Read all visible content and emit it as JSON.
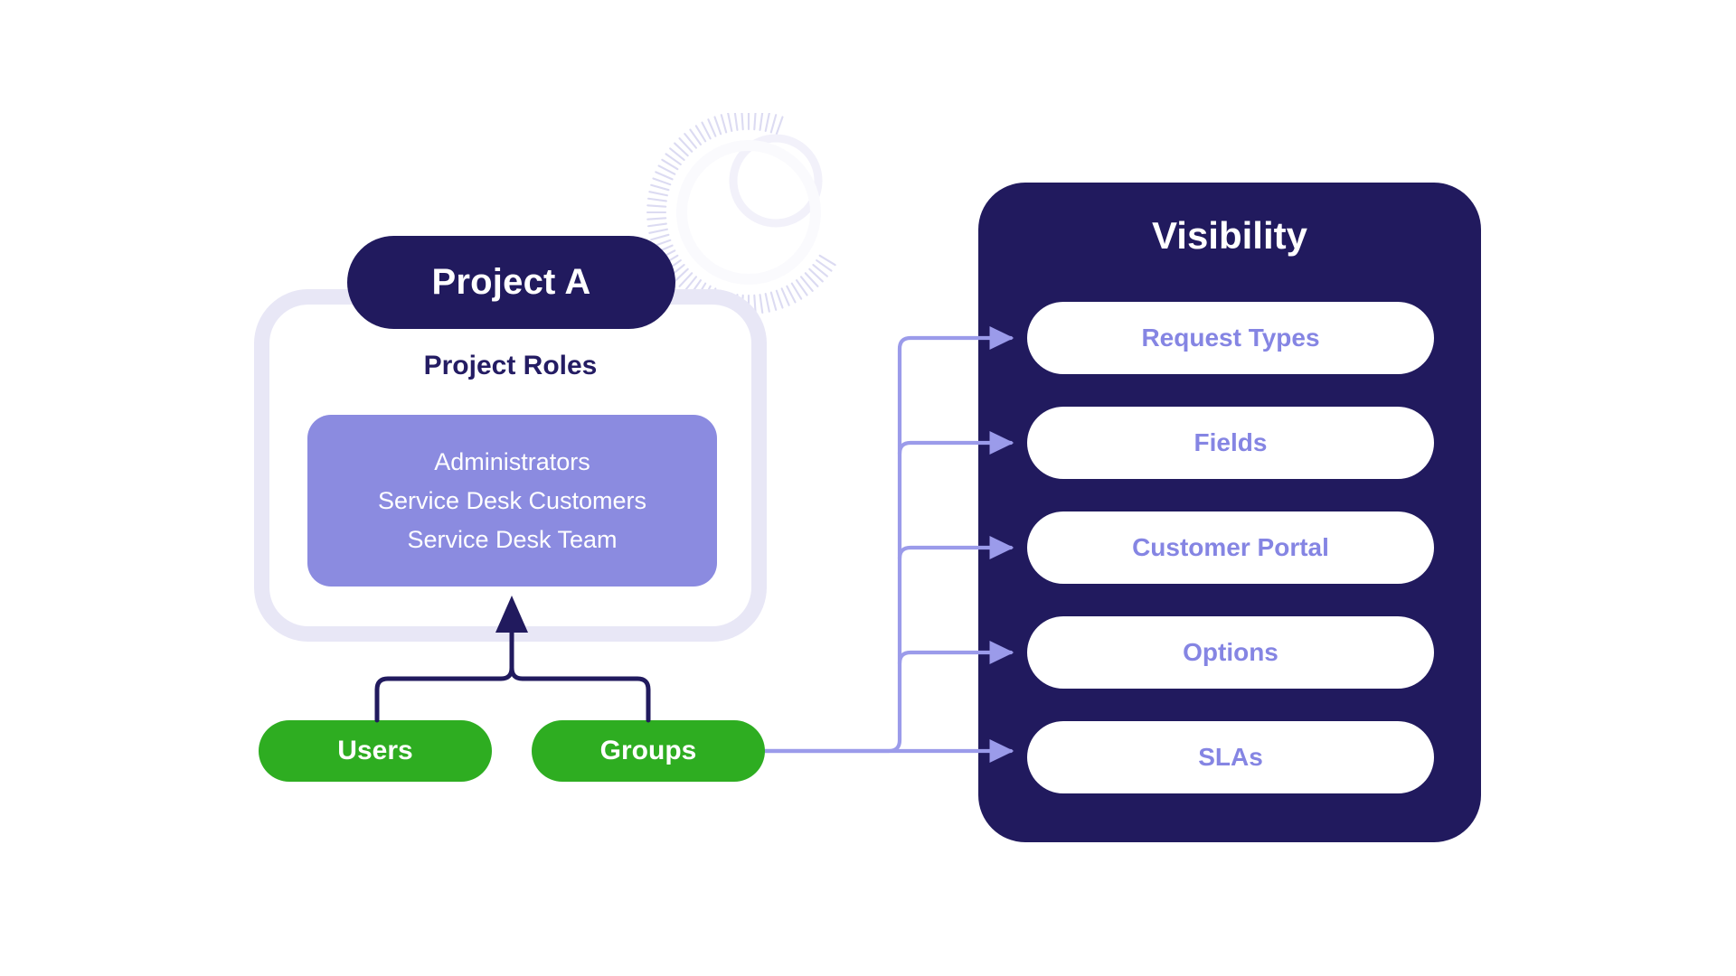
{
  "diagram": {
    "title": "Project A visibility and permissions diagram",
    "colors": {
      "navy": "#211A5E",
      "navy_text": "#241C63",
      "purple": "#8585E3",
      "purple_box": "#8B8BE0",
      "lavender_border": "#E8E7F6",
      "green": "#2EAD21",
      "white": "#FFFFFF",
      "connector_purple": "#9B9BEA",
      "connector_navy": "#211A5E"
    }
  },
  "project": {
    "name": "Project A",
    "roles_heading": "Project Roles",
    "roles": [
      "Administrators",
      "Service Desk Customers",
      "Service Desk Team"
    ]
  },
  "actors": [
    {
      "id": "users",
      "label": "Users"
    },
    {
      "id": "groups",
      "label": "Groups"
    }
  ],
  "visibility": {
    "title": "Visibility",
    "items": [
      {
        "label": "Request Types"
      },
      {
        "label": "Fields"
      },
      {
        "label": "Customer Portal"
      },
      {
        "label": "Options"
      },
      {
        "label": "SLAs"
      }
    ]
  },
  "connectors": {
    "merge_arrow": "users-and-groups-to-project-roles",
    "branch_trunk": "groups-to-visibility-items",
    "arrow_count": 5
  },
  "decoration": {
    "burst_icon": "radial-burst-icon",
    "ring_icon": "faint-ring-icon"
  }
}
